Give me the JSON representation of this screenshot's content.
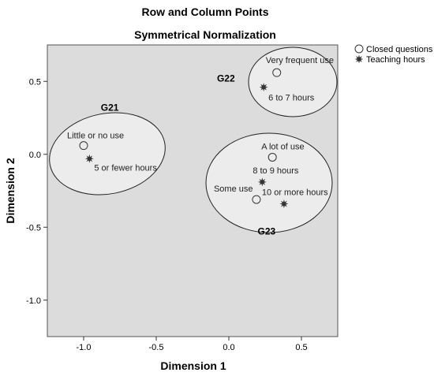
{
  "chart_data": {
    "type": "scatter",
    "title": "Row and Column Points",
    "subtitle": "Symmetrical Normalization",
    "xlabel": "Dimension 1",
    "ylabel": "Dimension 2",
    "xlim": [
      -1.25,
      0.75
    ],
    "ylim": [
      -1.25,
      0.75
    ],
    "x_ticks": [
      -1.0,
      -0.5,
      0.0,
      0.5
    ],
    "y_ticks": [
      0.5,
      0.0,
      -0.5,
      -1.0
    ],
    "x_tick_labels": [
      "-1.0",
      "-0.5",
      "0.0",
      "0.5"
    ],
    "y_tick_labels": [
      "0.5",
      "0.0",
      "-0.5",
      "-1.0"
    ],
    "grid": false,
    "legend_position": "top-right",
    "colors": {
      "plot_bg": "#dcdcdc",
      "marker": "#333333"
    },
    "series": [
      {
        "name": "Closed questions",
        "marker": "circle",
        "points": [
          {
            "label": "Very frequent use",
            "x": 0.33,
            "y": 0.56
          },
          {
            "label": "Little or no use",
            "x": -1.0,
            "y": 0.06
          },
          {
            "label": "A lot of use",
            "x": 0.3,
            "y": -0.02
          },
          {
            "label": "Some use",
            "x": 0.19,
            "y": -0.31
          }
        ]
      },
      {
        "name": "Teaching hours",
        "marker": "star",
        "points": [
          {
            "label": "6 to 7 hours",
            "x": 0.24,
            "y": 0.46
          },
          {
            "label": "5 or fewer hours",
            "x": -0.96,
            "y": -0.03
          },
          {
            "label": "8 to 9 hours",
            "x": 0.23,
            "y": -0.19
          },
          {
            "label": "10 or more hours",
            "x": 0.38,
            "y": -0.34
          }
        ]
      }
    ],
    "annotations": [
      {
        "label": "G22",
        "x": -0.02,
        "y": 0.5
      },
      {
        "label": "G21",
        "x": -0.82,
        "y": 0.3
      },
      {
        "label": "G23",
        "x": 0.26,
        "y": -0.55
      }
    ]
  }
}
